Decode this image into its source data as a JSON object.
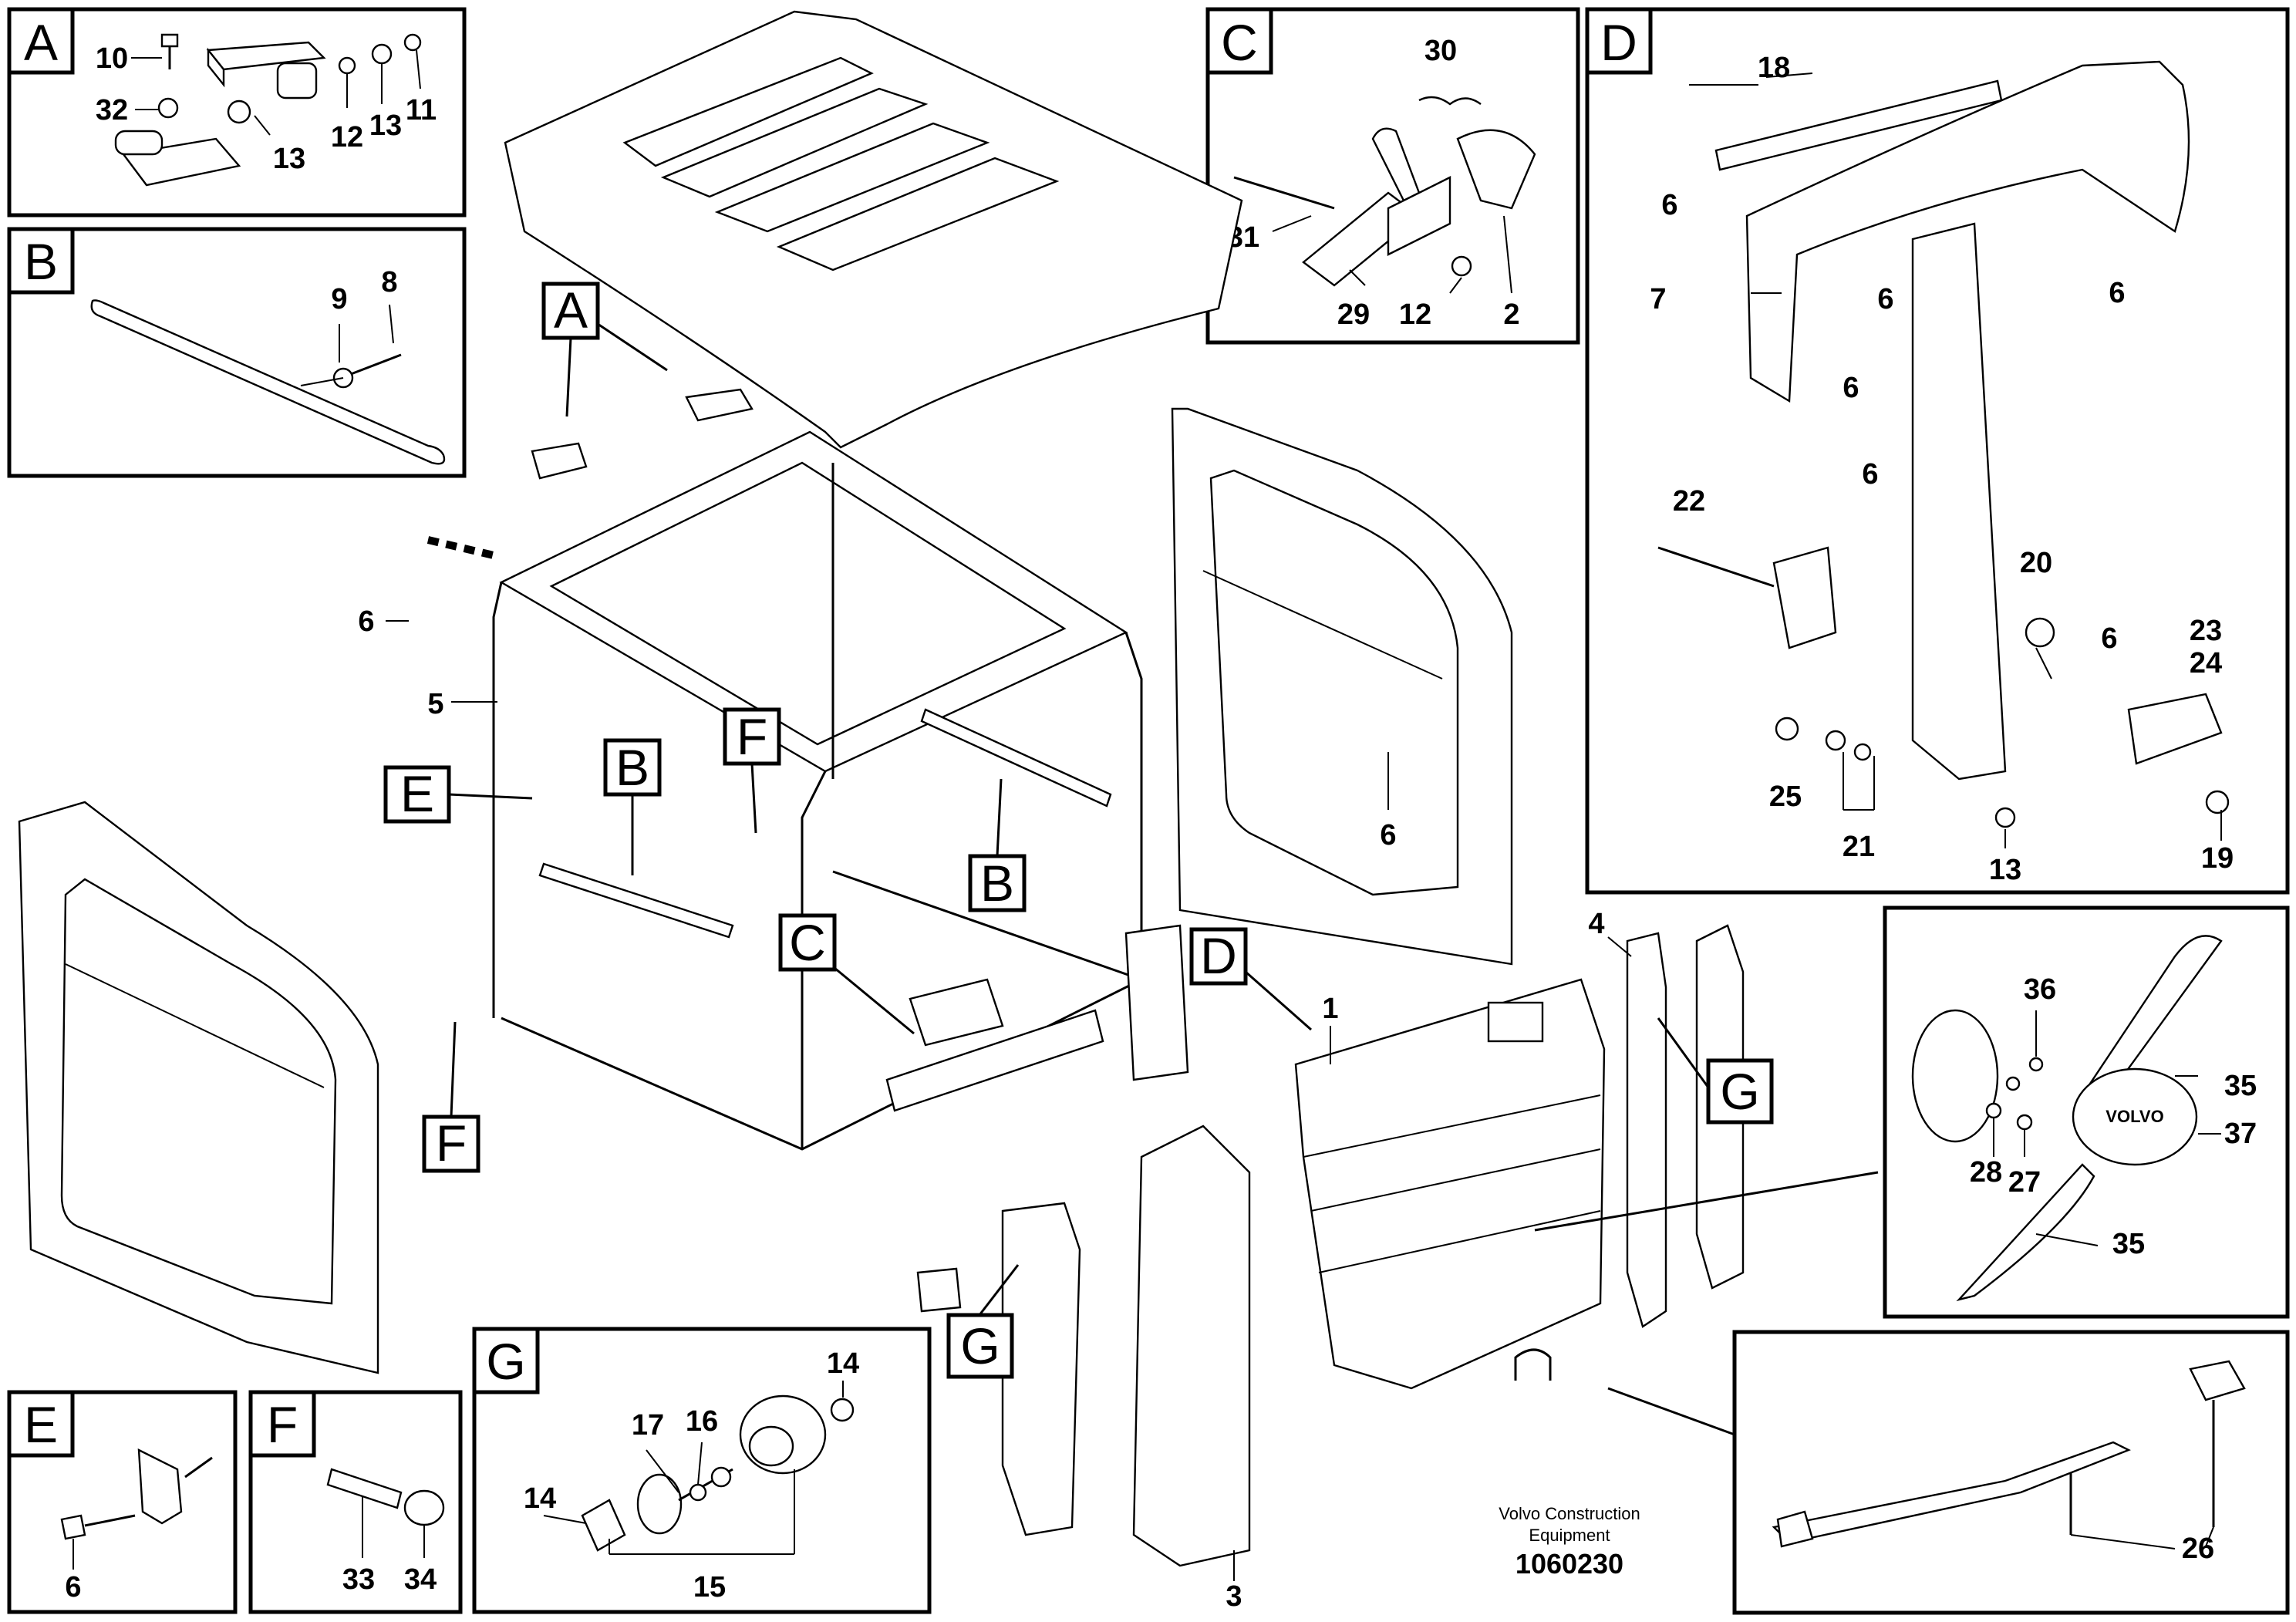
{
  "detail_panels": [
    {
      "letter": "A",
      "numbers": [
        "10",
        "32",
        "13",
        "12",
        "13",
        "11"
      ]
    },
    {
      "letter": "B",
      "numbers": [
        "9",
        "8"
      ]
    },
    {
      "letter": "C",
      "numbers": [
        "30",
        "31",
        "29",
        "12",
        "2"
      ]
    },
    {
      "letter": "D",
      "numbers": [
        "18",
        "6",
        "7",
        "6",
        "6",
        "6",
        "22",
        "6",
        "20",
        "6",
        "23",
        "24",
        "25",
        "21",
        "13",
        "19"
      ]
    },
    {
      "letter": "E",
      "numbers": [
        "6"
      ]
    },
    {
      "letter": "F",
      "numbers": [
        "33",
        "34"
      ]
    },
    {
      "letter": "G",
      "numbers": [
        "14",
        "17",
        "16",
        "14",
        "15"
      ]
    },
    {
      "letter": "",
      "numbers": [
        "36",
        "35",
        "37",
        "28",
        "27",
        "35"
      ]
    },
    {
      "letter": "",
      "numbers": [
        "26"
      ]
    }
  ],
  "main_callouts": {
    "A": "A",
    "B1": "B",
    "B2": "B",
    "C": "C",
    "D": "D",
    "E": "E",
    "F1": "F",
    "F2": "F",
    "G1": "G",
    "G2": "G",
    "n5": "5",
    "n6a": "6",
    "n6b": "6",
    "n1": "1",
    "n3": "3",
    "n4": "4"
  },
  "caption": {
    "company_line1": "Volvo Construction",
    "company_line2": "Equipment",
    "doc_number": "1060230"
  },
  "logo_text": "VOLVO"
}
